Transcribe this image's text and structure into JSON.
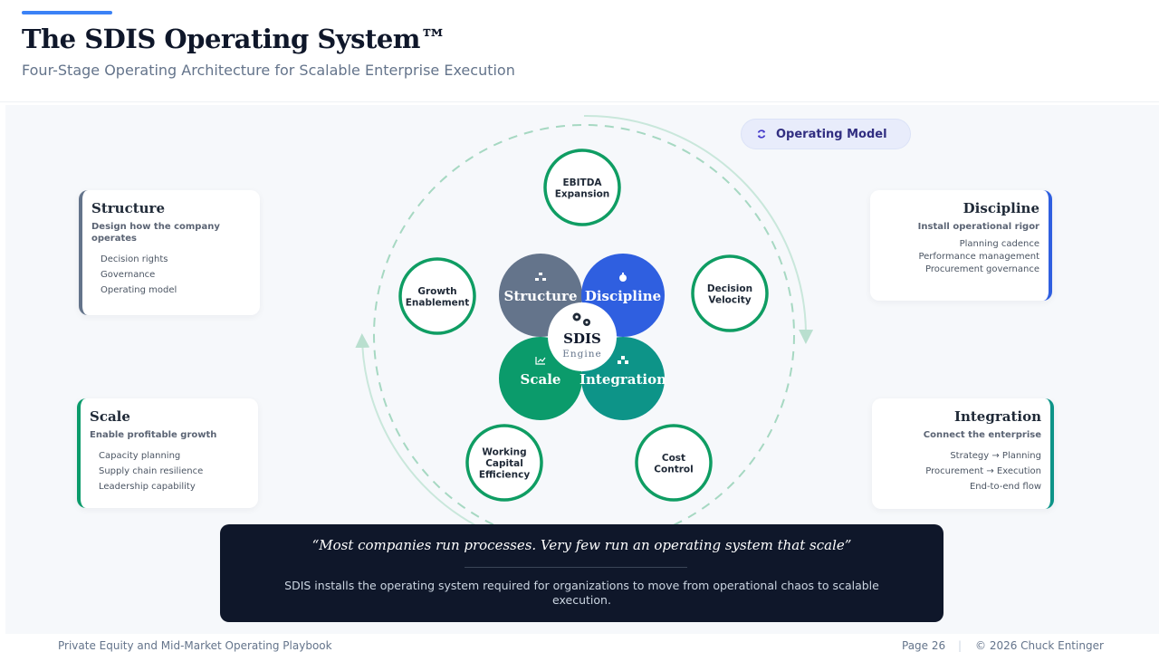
{
  "header": {
    "title": "The SDIS Operating System™",
    "subtitle": "Four-Stage Operating Architecture for Scalable Enterprise Execution"
  },
  "badge": {
    "label": "Operating Model",
    "icon": "refresh-icon"
  },
  "cards": {
    "structure": {
      "title": "Structure",
      "subtitle": "Design how the company operates",
      "items": [
        "Decision rights",
        "Governance",
        "Operating model"
      ],
      "color": "#64748b"
    },
    "discipline": {
      "title": "Discipline",
      "subtitle": "Install operational rigor",
      "items": [
        "Planning cadence",
        "Performance management",
        "Procurement governance"
      ],
      "color": "#2f5fe0"
    },
    "scale": {
      "title": "Scale",
      "subtitle": "Enable profitable growth",
      "items": [
        "Capacity planning",
        "Supply chain resilience",
        "Leadership capability"
      ],
      "color": "#0b9b6b"
    },
    "integration": {
      "title": "Integration",
      "subtitle": "Connect the enterprise",
      "items": [
        "Strategy → Planning",
        "Procurement → Execution",
        "End-to-end flow"
      ],
      "color": "#0d9488"
    }
  },
  "engine": {
    "title": "SDIS",
    "subtitle": "Engine",
    "quadrants": [
      {
        "label": "Structure",
        "color": "#64748b",
        "icon": "hierarchy-icon"
      },
      {
        "label": "Discipline",
        "color": "#2f5fe0",
        "icon": "stopwatch-icon"
      },
      {
        "label": "Scale",
        "color": "#0b9b6b",
        "icon": "chart-icon"
      },
      {
        "label": "Integration",
        "color": "#0d9488",
        "icon": "cubes-icon"
      }
    ]
  },
  "outcomes": [
    {
      "lines": [
        "EBITDA",
        "Expansion"
      ]
    },
    {
      "lines": [
        "Decision",
        "Velocity"
      ]
    },
    {
      "lines": [
        "Cost",
        "Control"
      ]
    },
    {
      "lines": [
        "Working",
        "Capital",
        "Efficiency"
      ]
    },
    {
      "lines": [
        "Growth",
        "Enablement"
      ]
    }
  ],
  "outcome_ring_color": "#0f9d63",
  "quote": {
    "text": "“Most companies run processes.  Very few run an operating system that scale”",
    "body": "SDIS installs the operating system required for organizations to move from operational chaos to scalable execution."
  },
  "footer": {
    "left": "Private Equity and Mid-Market Operating Playbook",
    "page": "Page 26",
    "separator": "|",
    "copyright": "© 2026 Chuck Entinger"
  }
}
